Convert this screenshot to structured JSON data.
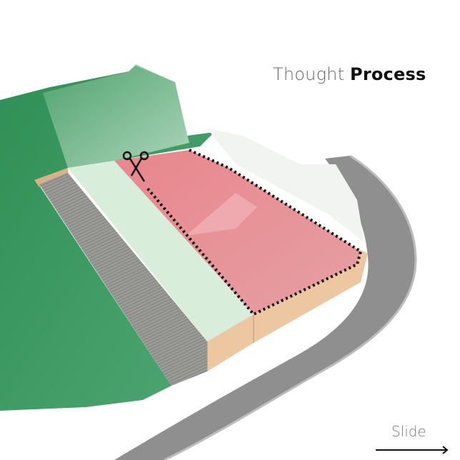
{
  "title": {
    "light": "Thought",
    "bold": "Process"
  },
  "navigation": {
    "slide_label": "Slide",
    "arrow_icon": "arrow-right-icon"
  },
  "colors": {
    "terrain_green": "#3f9a63",
    "light_green": "#d8eedb",
    "cut_area_red": "#e48a90",
    "base_sand": "#ecc7a2",
    "road_gray": "#8f8f8f",
    "stairs_gray": "#8a8a86"
  },
  "annotation": {
    "cut_icon": "scissors-icon"
  }
}
